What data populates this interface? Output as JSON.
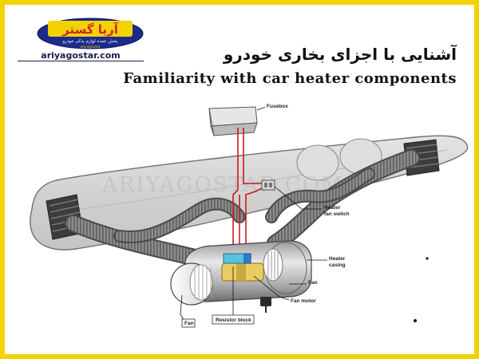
{
  "logo": {
    "name_fa": "آریا گستر",
    "tagline_fa": "پخش عمده لوازم یدکی خودرو",
    "latin": "ariyagostar",
    "website": "ariyagostar.com"
  },
  "title": {
    "persian": "آشنایی با اجزای بخاری خودرو",
    "english": "Familiarity with car heater components"
  },
  "watermark": "ARIYAGOSTAR.COM",
  "labels": {
    "fusebox": "Fusebox",
    "heater_fan_switch_1": "Heater",
    "heater_fan_switch_2": "fan switch",
    "heater_casing_1": "Heater",
    "heater_casing_2": "casing",
    "fan_right": "Fan",
    "fan_motor": "Fan motor",
    "resistor_block": "Resistor block",
    "fan_left": "Fan"
  },
  "colors": {
    "frame": "#f2d300",
    "logo_blue": "#1d2a8c",
    "logo_red": "#d4202a",
    "wire_red": "#cc1a1a"
  }
}
